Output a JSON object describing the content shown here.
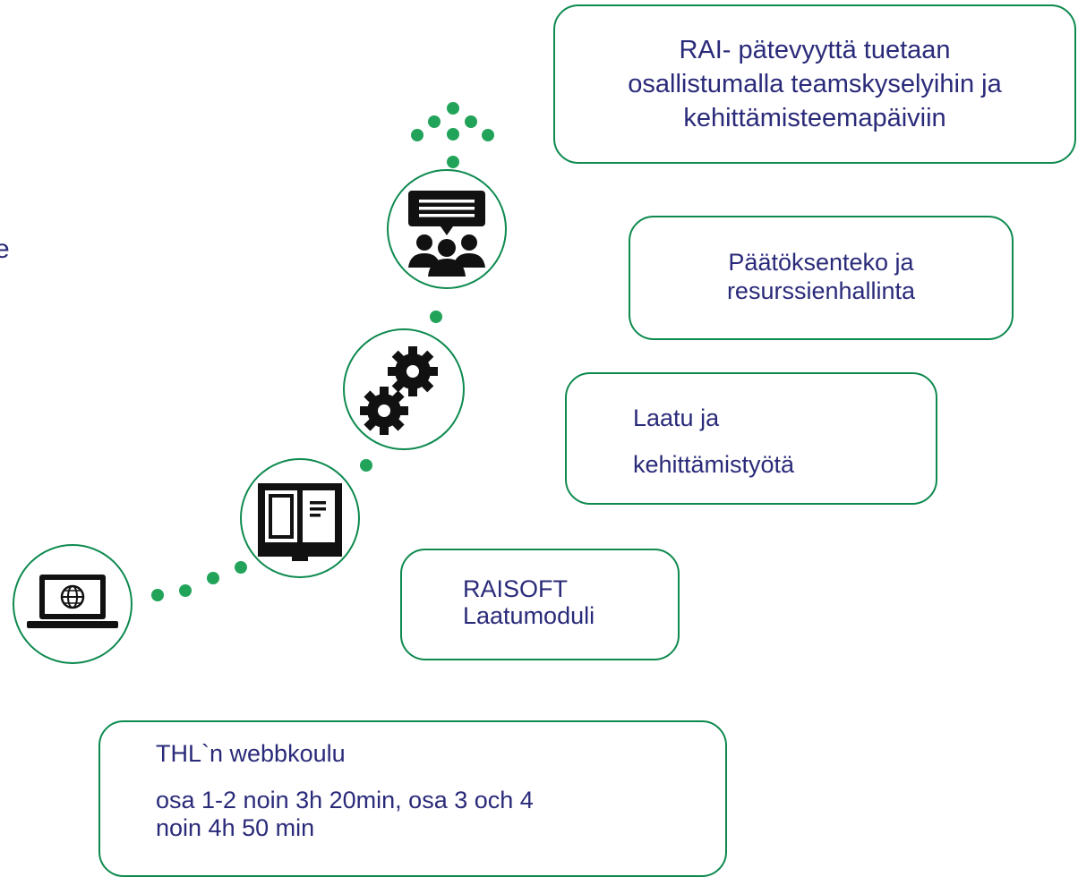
{
  "colors": {
    "accent": "#0e8a4f",
    "dot": "#22a35a",
    "text": "#2a2a7a",
    "icon": "#111111"
  },
  "edge_fragment": "e",
  "steps": [
    {
      "id": "webbkoulu",
      "icon": "laptop-globe-icon",
      "lines": [
        "THL`n webbkoulu",
        "osa 1-2 noin 3h 20min, osa 3 och 4",
        "noin 4h 50 min"
      ]
    },
    {
      "id": "laatumoduli",
      "icon": "book-icon",
      "lines": [
        "RAISOFT",
        "Laatumoduli"
      ]
    },
    {
      "id": "kehittamistyo",
      "icon": "gears-icon",
      "lines": [
        "Laatu ja",
        "kehittämistyötä"
      ]
    },
    {
      "id": "paatoksenteko",
      "icon": "meeting-icon",
      "lines": [
        "Päätöksenteko ja",
        "resurssienhallinta"
      ]
    },
    {
      "id": "pätevyys",
      "icon": "dots-upward-icon",
      "lines": [
        "RAI- pätevyyttä tuetaan",
        "osallistumalla teamskyselyihin ja",
        "kehittämisteemapäiviin"
      ]
    }
  ]
}
